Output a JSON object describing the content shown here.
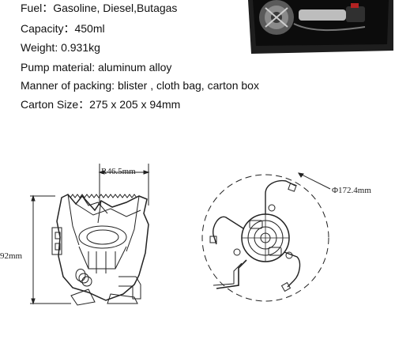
{
  "specs": [
    "Fuel：Gasoline, Diesel,Butagas",
    "Capacity：450ml",
    "Weight: 0.931kg",
    "Pump material: aluminum alloy",
    "Manner of packing:  blister , cloth bag, carton box",
    "Carton Size：275 x 205 x 94mm"
  ],
  "dimensions": {
    "side_width": "R46.5mm",
    "side_height": "92mm",
    "top_diameter": "Φ172.4mm"
  },
  "colors": {
    "text": "#111111",
    "line": "#222222",
    "box": "#2a2a2a"
  }
}
